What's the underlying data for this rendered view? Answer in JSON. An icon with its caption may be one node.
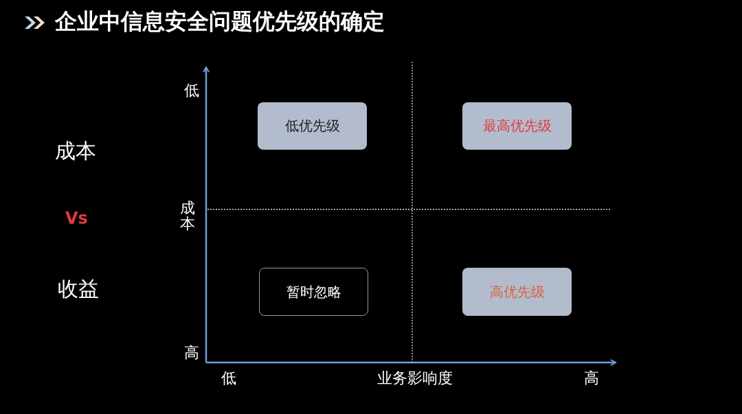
{
  "diagram": {
    "title": "企业中信息安全问题优先级的确定",
    "nodes": [
      {
        "text": [
          "低优先级"
        ]
      },
      {
        "text": [
          "最高优先级"
        ]
      },
      {
        "text": [
          "暂时忽略"
        ]
      },
      {
        "text": [
          "高优先级"
        ]
      }
    ],
    "edges": [],
    "labels": [
      "成本",
      "Vs",
      "收益",
      "低",
      "成本",
      "高",
      "低",
      "业务影响度",
      "高"
    ]
  }
}
